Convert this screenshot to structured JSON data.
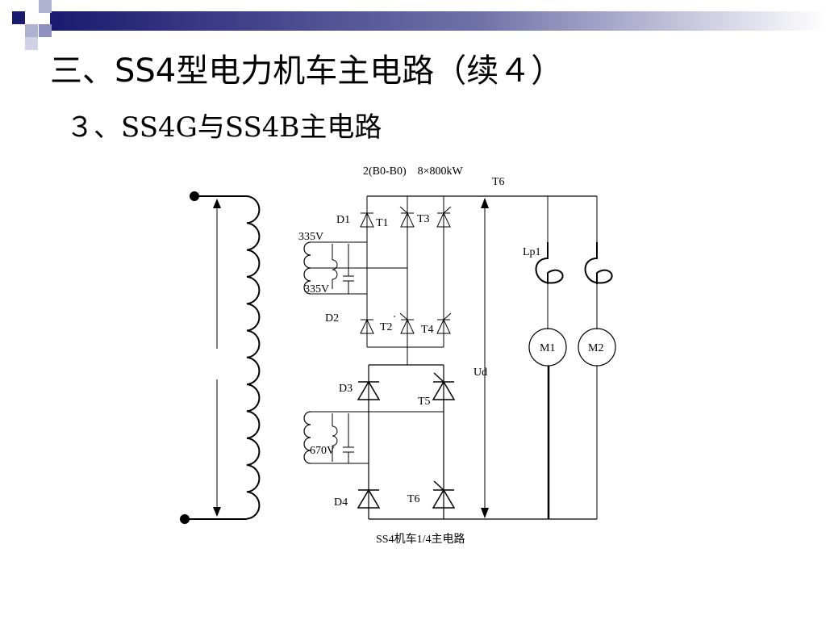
{
  "slide": {
    "title": "三、SS4型电力机车主电路（续４）",
    "subtitle": "３、SS4G与SS4B主电路"
  },
  "colors": {
    "accent": "#1a1a70",
    "accent_light": "#8f8fc0"
  },
  "diagram": {
    "header": "2(B0-B0)　8×800kW",
    "caption": "SS4机车1/4主电路",
    "labels": {
      "d1": "D1",
      "d2": "D2",
      "d3": "D3",
      "d4": "D4",
      "t1": "T1",
      "t2": "T2",
      "t3": "T3",
      "t4": "T4",
      "t5": "T5",
      "t6": "T6",
      "t6_top": "T6",
      "v1": "335V",
      "v2": "335V",
      "v3": "670V",
      "lp1": "Lp1",
      "ud": "Ud",
      "m1": "M1",
      "m2": "M2"
    }
  }
}
